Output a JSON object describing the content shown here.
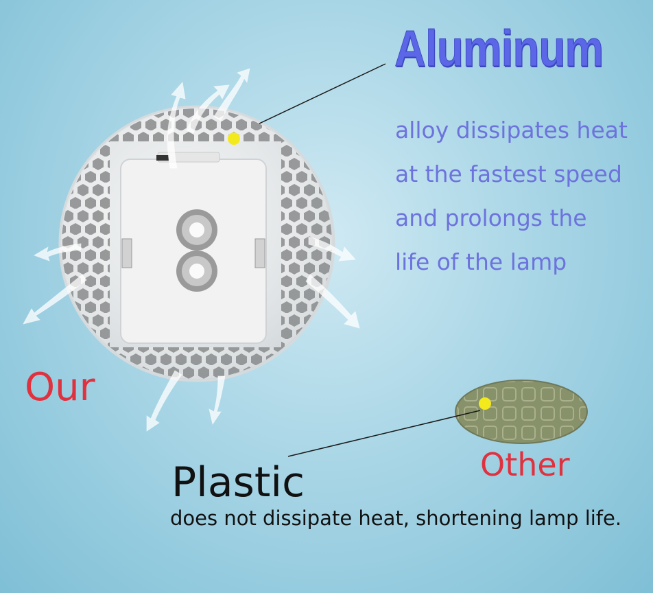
{
  "heading": "Aluminum",
  "description_lines": [
    "alloy dissipates heat",
    "at the fastest speed",
    "and prolongs the",
    "life of the lamp"
  ],
  "our_label": "Our",
  "other_label": "Other",
  "plastic_title": "Plastic",
  "plastic_description": "does not dissipate heat, shortening lamp life.",
  "colors": {
    "heading": "#5b67e6",
    "description": "#6d73dd",
    "accent_red": "#e0313f",
    "text_dark": "#111111",
    "plastic_green": "#8a9468",
    "led_yellow": "#f3ea1d"
  }
}
